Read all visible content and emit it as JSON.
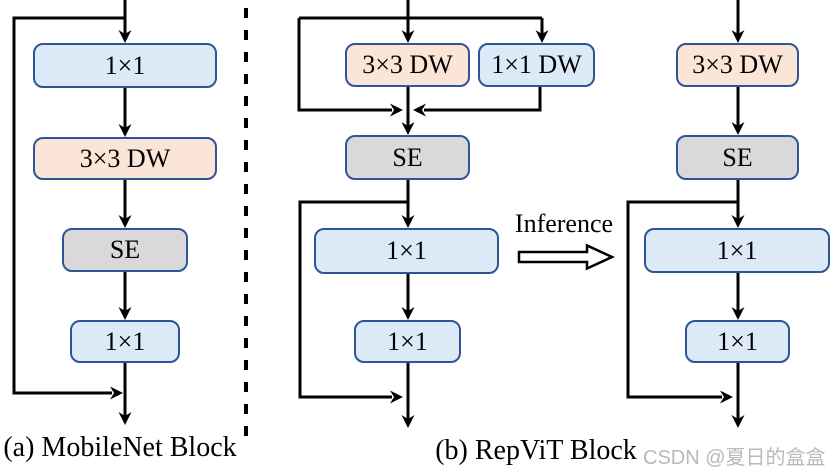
{
  "colors": {
    "box_border": "#2E5597",
    "conv_fill": "#DCE9F6",
    "dw_fill": "#FBE5D6",
    "se_fill": "#D9D9D9",
    "line": "#000000",
    "watermark": "#B9B9B9"
  },
  "diagram": {
    "mobilenet": {
      "caption": "(a) MobileNet Block",
      "blocks": [
        {
          "label": "1×1",
          "type": "conv"
        },
        {
          "label": "3×3 DW",
          "type": "dw"
        },
        {
          "label": "SE",
          "type": "se"
        },
        {
          "label": "1×1",
          "type": "conv"
        }
      ]
    },
    "repvit_train": {
      "blocks": [
        {
          "label": "3×3 DW",
          "type": "dw"
        },
        {
          "label": "1×1 DW",
          "type": "conv"
        },
        {
          "label": "SE",
          "type": "se"
        },
        {
          "label": "1×1",
          "type": "conv"
        },
        {
          "label": "1×1",
          "type": "conv"
        }
      ]
    },
    "repvit_infer": {
      "blocks": [
        {
          "label": "3×3 DW",
          "type": "dw"
        },
        {
          "label": "SE",
          "type": "se"
        },
        {
          "label": "1×1",
          "type": "conv"
        },
        {
          "label": "1×1",
          "type": "conv"
        }
      ]
    },
    "repvit_caption": "(b) RepViT Block",
    "inference_label": "Inference"
  },
  "watermark": {
    "text": "CSDN @夏日的盒盒"
  }
}
